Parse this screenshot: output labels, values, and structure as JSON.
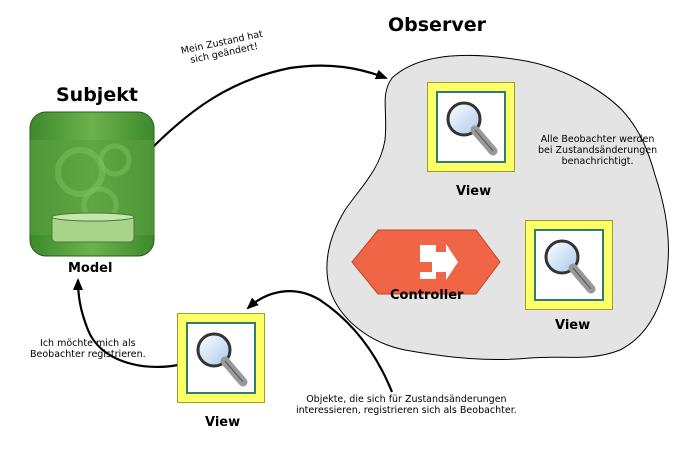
{
  "subject": {
    "heading": "Subjekt",
    "model_label": "Model",
    "icon": "gear-database-icon"
  },
  "observer": {
    "heading": "Observer",
    "note_lines": [
      "Alle Beobachter werden",
      "bei Zustandsänderungen",
      "benachrichtigt."
    ],
    "view_label": "View",
    "controller_label": "Controller",
    "view2_label": "View"
  },
  "outside_view": {
    "label": "View"
  },
  "arrows": {
    "state_changed_lines": [
      "Mein Zustand hat",
      "sich geändert!"
    ],
    "register_lines": [
      "Ich möchte mich als",
      "Beobachter registrieren."
    ],
    "objects_lines": [
      "Objekte, die sich für Zustandsänderungen",
      "interessieren, registrieren sich als Beobachter."
    ]
  },
  "icons": {
    "view": "magnifier-icon",
    "controller": "split-arrow-icon"
  },
  "colors": {
    "observer_fill": "#e4e4e4",
    "model_green": "#4f9b3a",
    "view_yellow": "#ffff66",
    "view_border": "#2e7d6e",
    "controller_orange": "#ef6545"
  }
}
